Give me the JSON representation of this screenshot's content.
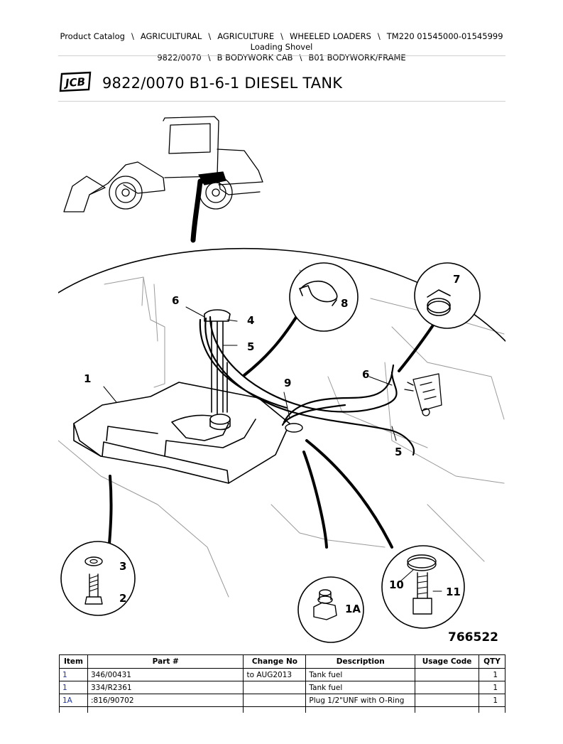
{
  "breadcrumb": {
    "items": [
      "Product Catalog",
      "AGRICULTURAL",
      "AGRICULTURE",
      "WHEELED LOADERS",
      "TM220 01545000-01545999 Loading Shovel",
      "9822/0070",
      "B BODYWORK CAB",
      "B01 BODYWORK/FRAME"
    ],
    "separator": "\\"
  },
  "header": {
    "logo_text": "JCB",
    "title": "9822/0070 B1-6-1 DIESEL TANK"
  },
  "diagram": {
    "reference_number": "766522",
    "callouts": [
      "1",
      "1A",
      "2",
      "3",
      "4",
      "5",
      "5",
      "6",
      "6",
      "7",
      "8",
      "9",
      "10",
      "11"
    ]
  },
  "parts_table": {
    "columns": [
      "Item",
      "Part #",
      "Change No",
      "Description",
      "Usage Code",
      "QTY"
    ],
    "rows": [
      {
        "item": "1",
        "part": "346/00431",
        "change": "to AUG2013",
        "description": "Tank fuel",
        "usage": "",
        "qty": "1"
      },
      {
        "item": "1",
        "part": "334/R2361",
        "change": "",
        "description": "Tank fuel",
        "usage": "",
        "qty": "1"
      },
      {
        "item": "1A",
        "part": ":816/90702",
        "change": "",
        "description": "Plug 1/2\"UNF with O-Ring",
        "usage": "",
        "qty": "1"
      }
    ]
  },
  "colors": {
    "link": "#1a33a6",
    "rule": "#cfcfcf"
  }
}
